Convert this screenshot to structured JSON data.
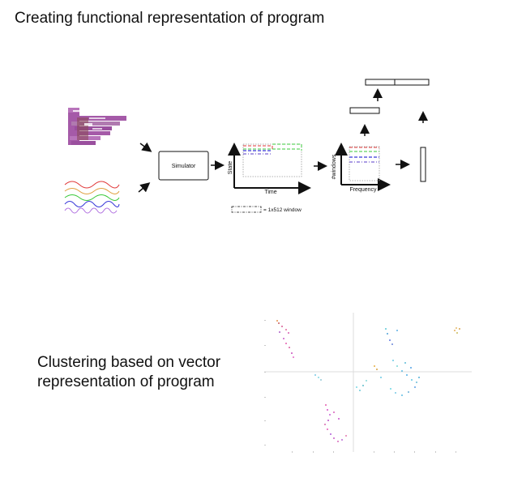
{
  "header": {
    "title": "Creating functional representation of program"
  },
  "pipeline": {
    "simulator_label": "Simulator",
    "state_plot": {
      "ylabel": "State",
      "xlabel": "Time"
    },
    "freq_plot": {
      "ylabel": "#windows",
      "xlabel": "Frequency"
    },
    "legend_label": "= 1x512 window",
    "colors": {
      "red": "#e0393a",
      "green": "#38c838",
      "blue": "#3838d8",
      "purple": "#9b5fb0"
    }
  },
  "section2": {
    "title_line1": "Clustering based on vector",
    "title_line2": "representation of program"
  }
}
